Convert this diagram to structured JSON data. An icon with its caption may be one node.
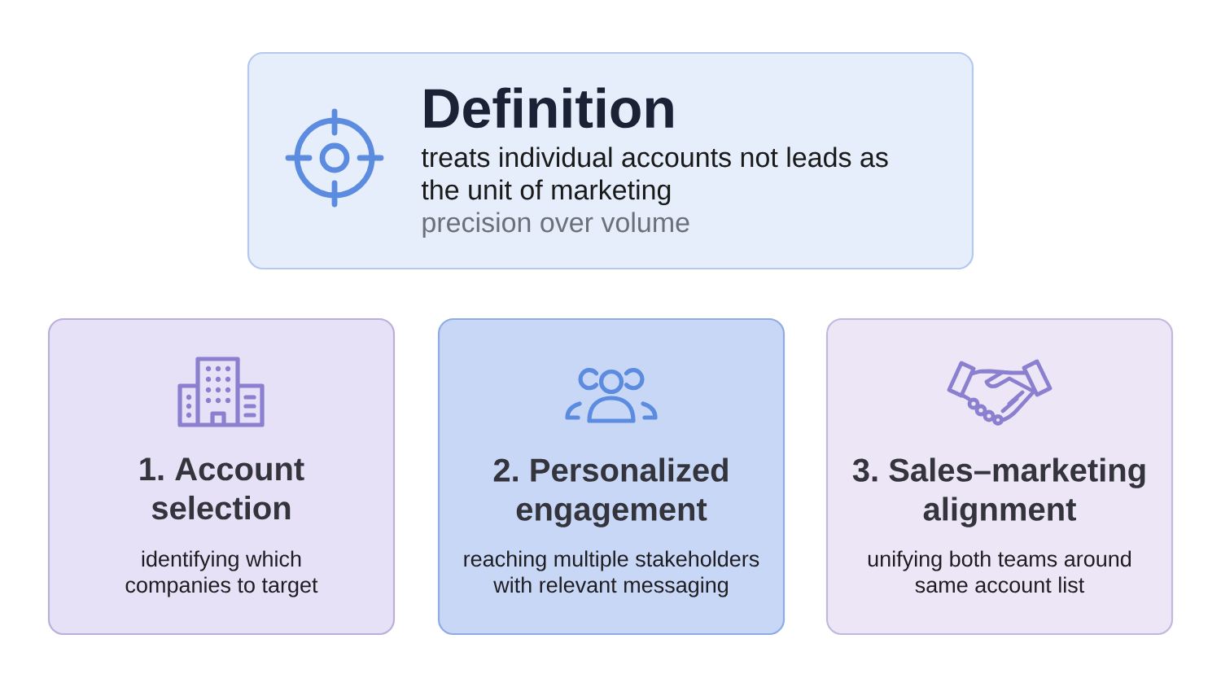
{
  "diagram": {
    "nodes": [
      {
        "text": [
          "Definition",
          "treats individual accounts not leads as the unit of marketing",
          "precision over volume"
        ]
      },
      {
        "text": [
          "1. Account selection",
          "identifying which companies to target"
        ]
      },
      {
        "text": [
          "2. Personalized engagement",
          "reaching multiple stakeholders with relevant messaging"
        ]
      },
      {
        "text": [
          "3. Sales–marketing alignment",
          "unifying both teams around same account list"
        ]
      }
    ]
  }
}
